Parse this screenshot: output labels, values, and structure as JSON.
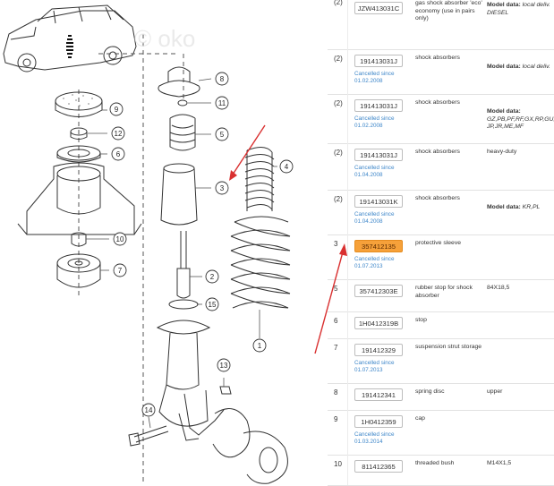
{
  "watermark": "© oko",
  "diagram": {
    "callouts": [
      "9",
      "8",
      "11",
      "12",
      "5",
      "6",
      "3",
      "4",
      "10",
      "2",
      "7",
      "15",
      "1",
      "13",
      "14"
    ]
  },
  "parts": [
    {
      "pos": "(2)",
      "number": "JZW413031C",
      "status": "",
      "desc": "gas shock absorber 'eco' economy (use in pairs only)",
      "note_label": "Model data:",
      "note_value": "local deliv. DIESEL"
    },
    {
      "pos": "(2)",
      "number": "191413031J",
      "status": "Cancelled since 01.02.2008",
      "desc": "shock absorbers",
      "note_label": "Model data:",
      "note_value": "local deliv."
    },
    {
      "pos": "(2)",
      "number": "191413031J",
      "status": "Cancelled since 01.02.2008",
      "desc": "shock absorbers",
      "note_label": "Model data:",
      "note_value": "GZ,PB,PF,RF,GX,RP,GU,RH, JP,JR,ME,MF"
    },
    {
      "pos": "(2)",
      "number": "191413031J",
      "status": "Cancelled since 01.04.2008",
      "desc": "shock absorbers",
      "note_label": "",
      "note_value": "heavy-duty"
    },
    {
      "pos": "(2)",
      "number": "191413031K",
      "status": "Cancelled since 01.04.2008",
      "desc": "shock absorbers",
      "note_label": "Model data:",
      "note_value": "KR,PL"
    },
    {
      "pos": "3",
      "number": "357412135",
      "status": "Cancelled since 01.07.2013",
      "desc": "protective sleeve",
      "note_label": "",
      "note_value": ""
    },
    {
      "pos": "5",
      "number": "357412303E",
      "status": "",
      "desc": "rubber stop for shock absorber",
      "note_label": "",
      "note_value": "84X18,5"
    },
    {
      "pos": "6",
      "number": "1H0412319B",
      "status": "",
      "desc": "stop",
      "note_label": "",
      "note_value": ""
    },
    {
      "pos": "7",
      "number": "191412329",
      "status": "Cancelled since 01.07.2013",
      "desc": "suspension strut storage",
      "note_label": "",
      "note_value": ""
    },
    {
      "pos": "8",
      "number": "191412341",
      "status": "",
      "desc": "spring disc",
      "note_label": "",
      "note_value": "upper"
    },
    {
      "pos": "9",
      "number": "1H0412359",
      "status": "Cancelled since 01.03.2014",
      "desc": "cap",
      "note_label": "",
      "note_value": ""
    },
    {
      "pos": "10",
      "number": "811412365",
      "status": "",
      "desc": "threaded bush",
      "note_label": "",
      "note_value": "M14X1,5"
    }
  ],
  "colors": {
    "highlight": "#f6a13a",
    "link": "#3d86c9",
    "arrow": "#d93030"
  }
}
